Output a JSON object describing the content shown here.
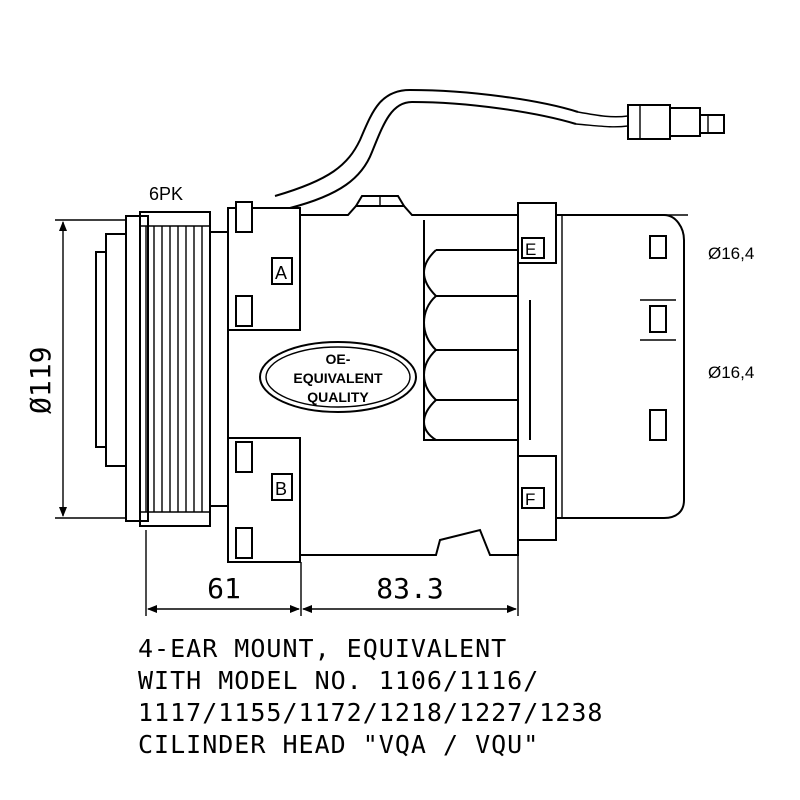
{
  "labels": {
    "belt": "6PK",
    "diameter": "Ø119",
    "port_top": "Ø16,4",
    "port_bottom": "Ø16,4",
    "mount_a": "A",
    "mount_b": "B",
    "port_e": "E",
    "port_f": "F",
    "oe_line1": "OE-",
    "oe_line2": "EQUIVALENT",
    "oe_line3": "QUALITY"
  },
  "dimensions": {
    "left": "61",
    "right": "83.3"
  },
  "notes": [
    "4-EAR MOUNT, EQUIVALENT",
    "WITH MODEL NO. 1106/1116/",
    "1117/1155/1172/1218/1227/1238",
    "CILINDER HEAD \"VQA / VQU\""
  ]
}
